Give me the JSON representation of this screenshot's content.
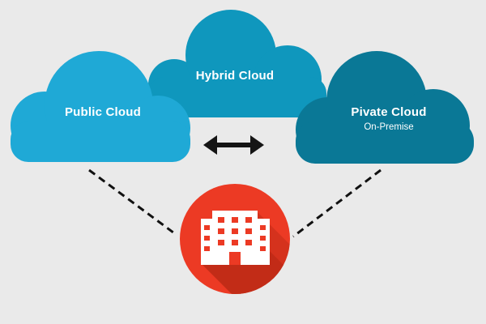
{
  "diagram": {
    "public_cloud": {
      "title": "Public Cloud"
    },
    "hybrid_cloud": {
      "title": "Hybrid Cloud"
    },
    "private_cloud": {
      "title": "Pivate Cloud",
      "subtitle": "On-Premise"
    },
    "connector_icon": "double-headed-arrow-icon",
    "center_icon": "office-building-icon"
  },
  "colors": {
    "background": "#eaeaea",
    "public_cloud": "#1fa9d6",
    "hybrid_cloud": "#0f97bd",
    "private_cloud": "#0a7896",
    "building_circle": "#ec3a24",
    "building_shadow": "#c22c17",
    "arrow": "#151515"
  }
}
